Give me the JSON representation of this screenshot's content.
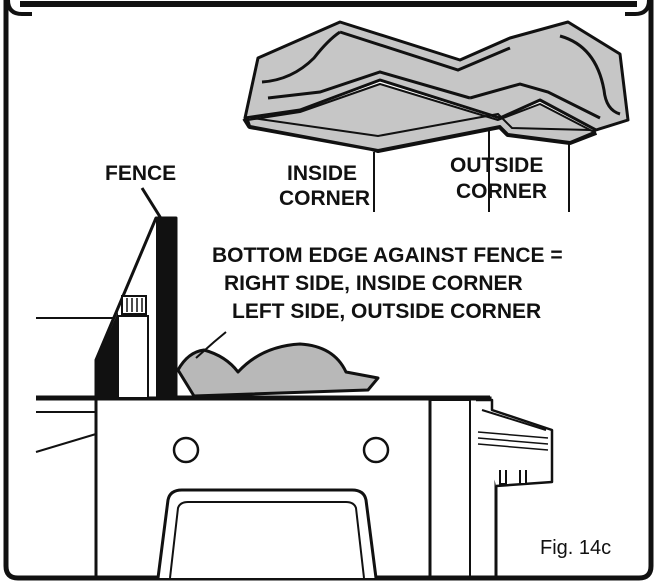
{
  "labels": {
    "fence": "FENCE",
    "inside_corner_1": "INSIDE",
    "inside_corner_2": "CORNER",
    "outside_corner_1": "OUTSIDE",
    "outside_corner_2": "CORNER",
    "caption_1": "BOTTOM EDGE AGAINST FENCE =",
    "caption_2": "RIGHT SIDE, INSIDE CORNER",
    "caption_3": "LEFT SIDE, OUTSIDE CORNER",
    "figure": "Fig. 14c"
  },
  "colors": {
    "ink": "#111111",
    "crown_fill": "#c6c6c6",
    "profile_fill": "#b8b8b8",
    "background": "#ffffff"
  }
}
